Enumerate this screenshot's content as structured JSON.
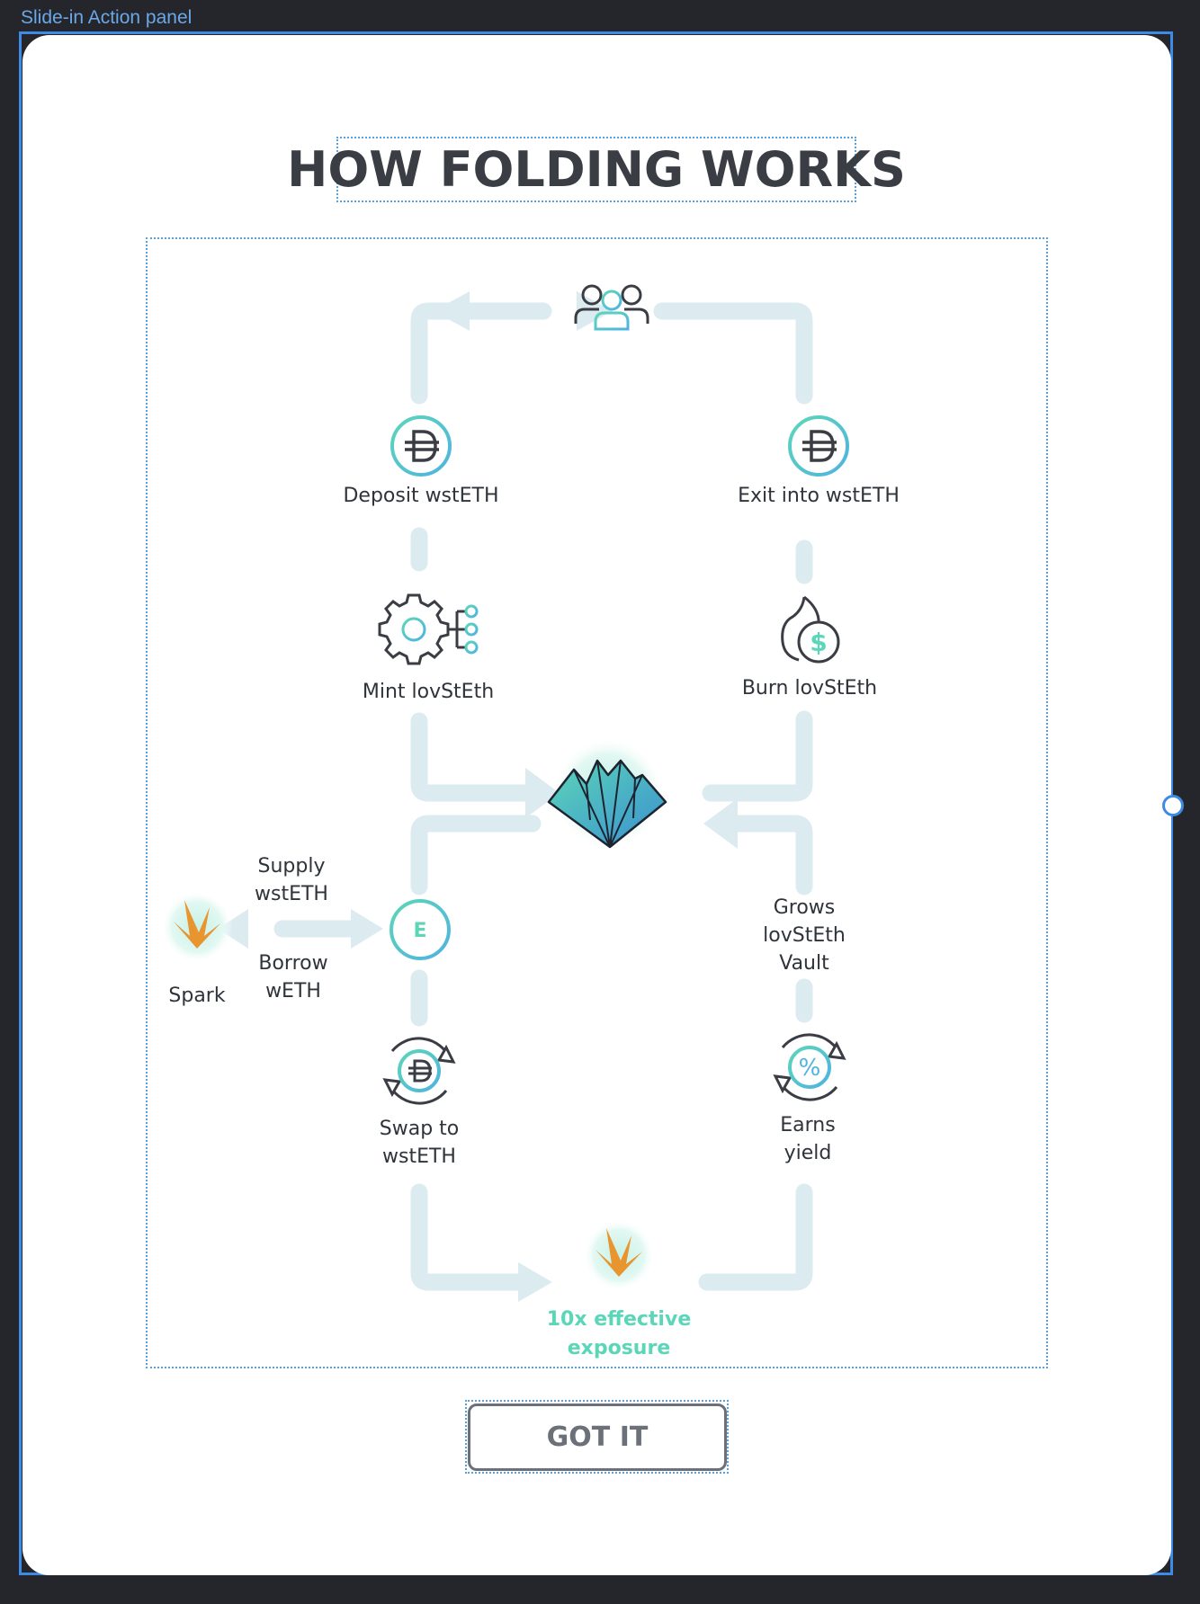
{
  "panel": {
    "frame_label": "Slide-in Action panel"
  },
  "title": "HOW FOLDING WORKS",
  "steps": {
    "deposit": "Deposit wstETH",
    "exit": "Exit into wstETH",
    "mint": "Mint lovStEth",
    "burn": "Burn lovStEth",
    "supply_line1": "Supply",
    "supply_line2": "wstETH",
    "borrow_line1": "Borrow",
    "borrow_line2": "wETH",
    "spark": "Spark",
    "grows_line1": "Grows",
    "grows_line2": "lovStEth",
    "grows_line3": "Vault",
    "swap_line1": "Swap to",
    "swap_line2": "wstETH",
    "earns_line1": "Earns",
    "earns_line2": "yield",
    "exposure_line1": "10x effective",
    "exposure_line2": "exposure"
  },
  "icons": {
    "users": "users-icon",
    "wsteth": "wsteth-coin-icon",
    "mint": "gear-network-icon",
    "burn": "fire-dollar-icon",
    "origami": "origami-mountain-logo",
    "spark": "spark-logo",
    "weth": "weth-coin-icon",
    "swap": "swap-cycle-icon",
    "yield": "percent-cycle-icon"
  },
  "colors": {
    "accent_teal": "#5cd6b8",
    "accent_blue": "#4fb3e0",
    "spark_orange": "#e8942f",
    "text_dark": "#2f333a",
    "flow_line": "#dcebf0"
  },
  "button": {
    "label": "GOT IT"
  }
}
